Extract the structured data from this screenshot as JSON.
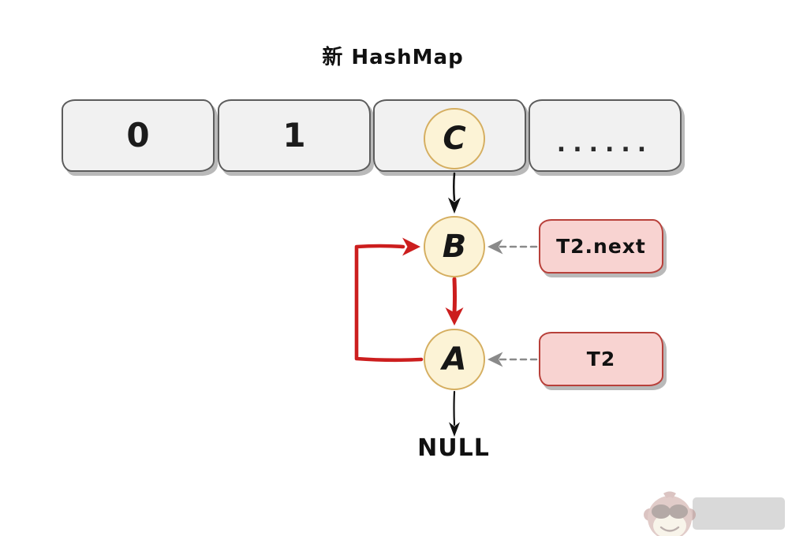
{
  "title": "新 HashMap",
  "hash_table": {
    "buckets": [
      {
        "type": "index",
        "label": "0"
      },
      {
        "type": "index",
        "label": "1"
      },
      {
        "type": "node",
        "label": "C"
      },
      {
        "type": "ellipsis",
        "label": "......"
      }
    ]
  },
  "list": {
    "node_c": "C",
    "node_b": "B",
    "node_a": "A",
    "terminal": "NULL"
  },
  "pointer_labels": {
    "t2_next": "T2.next",
    "t2": "T2"
  },
  "edges": [
    {
      "from": "C",
      "to": "B",
      "style": "solid-black"
    },
    {
      "from": "B",
      "to": "A",
      "style": "solid-red"
    },
    {
      "from": "A",
      "to": "B",
      "style": "solid-red-loop"
    },
    {
      "from": "A",
      "to": "NULL",
      "style": "solid-black"
    },
    {
      "from": "T2.next",
      "to": "B",
      "style": "dashed-gray"
    },
    {
      "from": "T2",
      "to": "A",
      "style": "dashed-gray"
    }
  ],
  "icons": {
    "watermark": "monkey-logo"
  },
  "colors": {
    "bucket-fill": "#f1f1f1",
    "bucket-border": "#5c5c5c",
    "node-fill": "#fcf3d6",
    "node-border": "#d5ae60",
    "pointer-fill": "#f8d3d1",
    "pointer-border": "#b8403a",
    "arrow-red": "#cc1e1e",
    "arrow-black": "#111111",
    "arrow-gray": "#8a8a8a",
    "shadow": "#b9b9b9"
  }
}
